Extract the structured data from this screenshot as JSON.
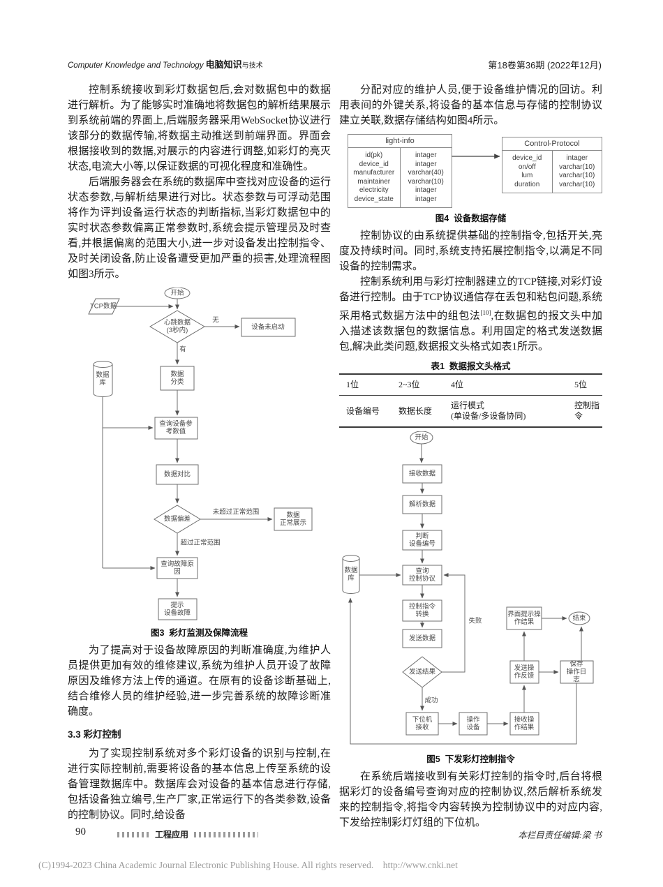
{
  "header": {
    "journal_en": "Computer Knowledge and Technology",
    "journal_cn": "电脑知识",
    "journal_cn_small": "与技术",
    "issue": "第18卷第36期 (2022年12月)"
  },
  "left_column": {
    "para1": "控制系统接收到彩灯数据包后,会对数据包中的数据进行解析。为了能够实时准确地将数据包的解析结果展示到系统前端的界面上,后端服务器采用WebSocket协议进行该部分的数据传输,将数据主动推送到前端界面。界面会根据接收到的数据,对展示的内容进行调整,如彩灯的亮灭状态,电流大小等,以保证数据的可视化程度和准确性。",
    "para2": "后端服务器会在系统的数据库中查找对应设备的运行状态参数,与解析结果进行对比。状态参数与可浮动范围将作为评判设备运行状态的判断指标,当彩灯数据包中的实时状态参数偏离正常参数时,系统会提示管理员及时查看,并根据偏离的范围大小,进一步对设备发出控制指令、及时关闭设备,防止设备遭受更加严重的损害,处理流程图如图3所示。",
    "fig3_caption": "图3  彩灯监测及保障流程",
    "para3": "为了提高对于设备故障原因的判断准确度,为维护人员提供更加有效的维修建议,系统为维护人员开设了故障原因及维修方法上传的通道。在原有的设备诊断基础上,结合维修人员的维护经验,进一步完善系统的故障诊断准确度。",
    "heading33": "3.3 彩灯控制",
    "para4": "为了实现控制系统对多个彩灯设备的识别与控制,在进行实际控制前,需要将设备的基本信息上传至系统的设备管理数据库中。数据库会对设备的基本信息进行存储,包括设备独立编号,生产厂家,正常运行下的各类参数,设备的控制协议。同时,给设备"
  },
  "fig3": {
    "start": "开始",
    "tcp": "TCP数据",
    "heartbeat": "心跳数据\n(3秒内)",
    "label_no": "无",
    "not_started": "设备未启动",
    "label_yes": "有",
    "db": "数据\n库",
    "classify": "数据\n分类",
    "query_ref": "查询设备参\n考数值",
    "compare": "数据对比",
    "deviation": "数据偏差",
    "label_within": "未超过正常范围",
    "normal": "数据\n正常展示",
    "label_beyond": "超过正常范围",
    "query_fault": "查询故障原\n因",
    "alert": "提示\n设备故障"
  },
  "right_column": {
    "para1": "分配对应的维护人员,便于设备维护情况的回访。利用表间的外键关系,将设备的基本信息与存储的控制协议建立关联,数据存储结构如图4所示。",
    "fig4_caption": "图4  设备数据存储",
    "para2": "控制协议的由系统提供基础的控制指令,包括开关,亮度及持续时间。同时,系统支持拓展控制指令,以满足不同设备的控制需求。",
    "para3_part1": "控制系统利用与彩灯控制器建立的TCP链接,对彩灯设备进行控制。由于TCP协议通信存在丢包和粘包问题,系统采用格式数据方法中的组包法",
    "para3_sup": "[10]",
    "para3_part2": ",在数据包的报文头中加入描述该数据包的数据信息。利用固定的格式发送数据包,解决此类问题,数据报文头格式如表1所示。",
    "table1_caption": "表1  数据报文头格式",
    "fig5_caption": "图5  下发彩灯控制指令",
    "para4": "在系统后端接收到有关彩灯控制的指令时,后台将根据彩灯的设备编号查询对应的控制协议,然后解析系统发来的控制指令,将指令内容转换为控制协议中的对应内容,下发给控制彩灯灯组的下位机。"
  },
  "fig4": {
    "left_table": {
      "title": "light-info",
      "rows": [
        [
          "id(pk)",
          "intager"
        ],
        [
          "device_id",
          "intager"
        ],
        [
          "manufacturer",
          "varchar(40)"
        ],
        [
          "maintainer",
          "varchar(10)"
        ],
        [
          "electricity",
          "intager"
        ],
        [
          "device_state",
          "intager"
        ]
      ]
    },
    "right_table": {
      "title": "Control-Protocol",
      "rows": [
        [
          "device_id",
          "intager"
        ],
        [
          "on/off",
          "varchar(10)"
        ],
        [
          "lum",
          "varchar(10)"
        ],
        [
          "duration",
          "varchar(10)"
        ]
      ]
    }
  },
  "table1": {
    "headers": [
      "1位",
      "2~3位",
      "4位",
      "5位"
    ],
    "row": [
      "设备编号",
      "数据长度",
      "运行模式\n(单设备/多设备协同)",
      "控制指令"
    ]
  },
  "fig5": {
    "start": "开始",
    "receive": "接收数据",
    "parse": "解析数据",
    "judge": "判断\n设备编号",
    "db": "数据\n库",
    "query": "查询\n控制协议",
    "convert": "控制指令\n转换",
    "send": "发送数据",
    "result": "发送结果",
    "label_fail": "失败",
    "label_success": "成功",
    "lower": "下位机\n接收",
    "operate": "操作\n设备",
    "recv": "接收操\n作结果",
    "feedback": "发送操\n作反馈",
    "prompt": "界面提示操\n作结果",
    "save": "保存\n操作日志",
    "end": "结束"
  },
  "footer": {
    "page_number": "90",
    "section": "工程应用",
    "editor": "本栏目责任编辑:梁  书",
    "copyright": "(C)1994-2023 China Academic Journal Electronic Publishing House. All rights reserved.    http://www.cnki.net"
  },
  "colors": {
    "figure_stroke": "#6e6e6e",
    "copyright_gray": "#9b9b9b"
  }
}
